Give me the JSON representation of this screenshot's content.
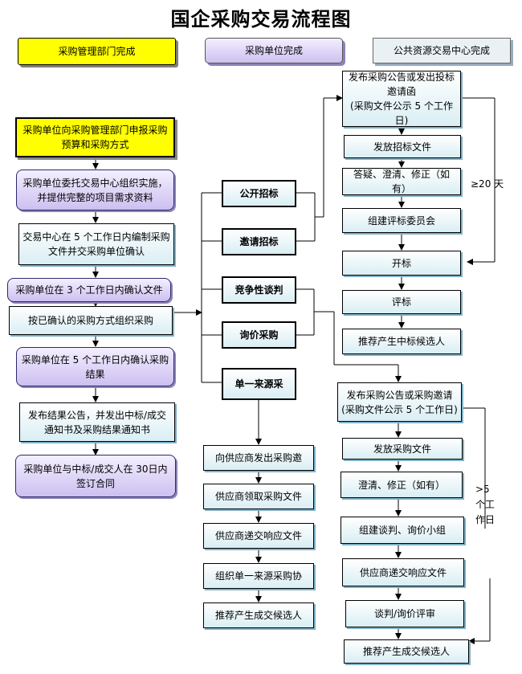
{
  "title": "国企采购交易流程图",
  "legend": {
    "dept": "采购管理部门完成",
    "unit": "采购单位完成",
    "center": "公共资源交易中心完成"
  },
  "left": [
    "采购单位向采购管理部门申报采购预算和采购方式",
    "采购单位委托交易中心组织实施，并提供完整的项目需求资料",
    "交易中心在 5 个工作日内编制采购文件并交采购单位确认",
    "采购单位在 3 个工作日内确认文件",
    "按已确认的采购方式组织采购",
    "采购单位在 5 个工作日内确认采购结果",
    "发布结果公告，并发出中标/成交通知书及采购结果通知书",
    "采购单位与中标/成交人在 30日内签订合同"
  ],
  "methods": [
    "公开招标",
    "邀请招标",
    "竞争性谈判",
    "询价采购",
    "单一来源采"
  ],
  "single": [
    "向供应商发出采购邀",
    "供应商领取采购文件",
    "供应商递交响应文件",
    "组织单一来源采购协",
    "推荐产生成交候选人"
  ],
  "tender": [
    "发布采购公告或发出投标邀请函\n(采购文件公示 5 个工作日)",
    "发放招标文件",
    "答疑、澄清、修正（如有）",
    "组建评标委员会",
    "开标",
    "评标",
    "推荐产生中标候选人"
  ],
  "negotiation": [
    "发布采购公告或采购邀请\n(采购文件公示 5 个工作日)",
    "发放采购文件",
    "澄清、修正（如有）",
    "组建谈判、询价小组",
    "供应商递交响应文件",
    "谈判/询价评审",
    "推荐产生成交候选人"
  ],
  "notes": {
    "tender_days": "≥20 天",
    "nego_days": ">5\n个工\n作日"
  }
}
